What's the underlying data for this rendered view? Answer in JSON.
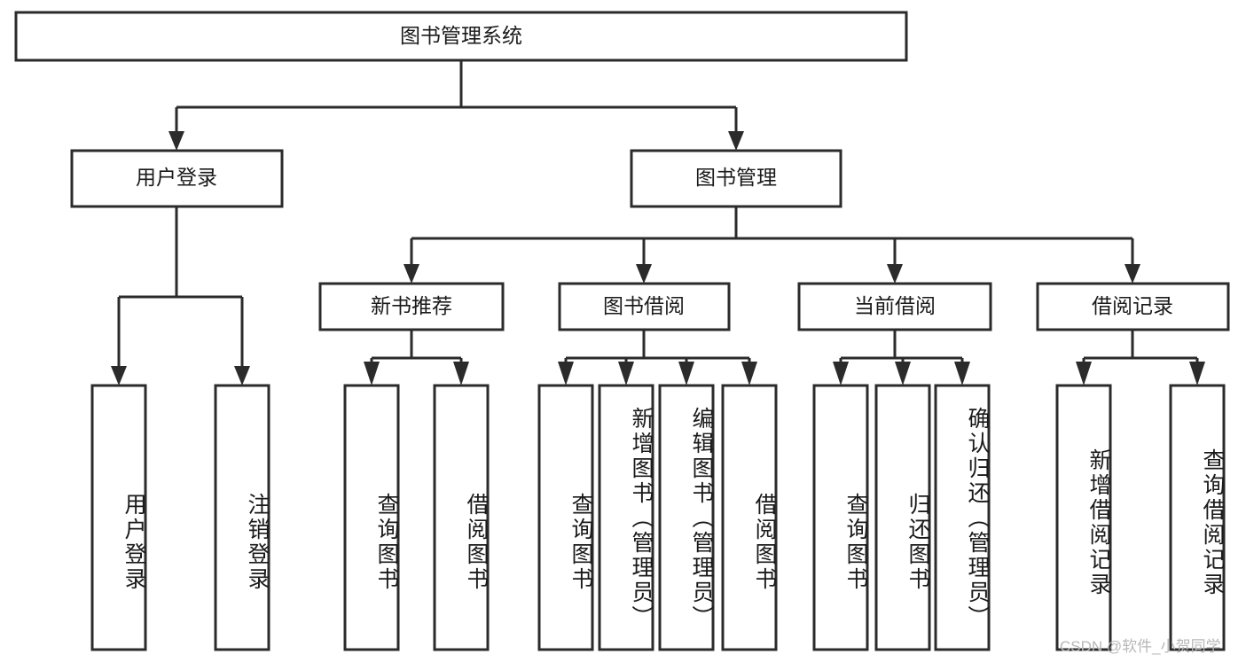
{
  "diagram": {
    "title": "图书管理系统",
    "type": "tree-hierarchy",
    "levels": {
      "root": {
        "label": "图书管理系统"
      },
      "level2": [
        {
          "label": "用户登录"
        },
        {
          "label": "图书管理"
        }
      ],
      "level3": [
        {
          "label": "新书推荐"
        },
        {
          "label": "图书借阅"
        },
        {
          "label": "当前借阅"
        },
        {
          "label": "借阅记录"
        }
      ],
      "leaves": [
        {
          "label": "用户登录",
          "parent": "用户登录"
        },
        {
          "label": "注销登录",
          "parent": "用户登录"
        },
        {
          "label": "查询图书",
          "parent": "新书推荐"
        },
        {
          "label": "借阅图书",
          "parent": "新书推荐"
        },
        {
          "label": "查询图书",
          "parent": "图书借阅"
        },
        {
          "label": "新增图书（管理员）",
          "parent": "图书借阅"
        },
        {
          "label": "编辑图书（管理员）",
          "parent": "图书借阅"
        },
        {
          "label": "借阅图书",
          "parent": "图书借阅"
        },
        {
          "label": "查询图书",
          "parent": "当前借阅"
        },
        {
          "label": "归还图书",
          "parent": "当前借阅"
        },
        {
          "label": "确认归还（管理员）",
          "parent": "当前借阅"
        },
        {
          "label": "新增借阅记录",
          "parent": "借阅记录"
        },
        {
          "label": "查询借阅记录",
          "parent": "借阅记录"
        }
      ]
    },
    "colors": {
      "stroke": "#2b2b2b",
      "fill": "#ffffff",
      "text": "#1a1a1a",
      "watermark": "#b8b8b8"
    }
  },
  "watermark": {
    "text": "CSDN @软件_小贺同学"
  }
}
